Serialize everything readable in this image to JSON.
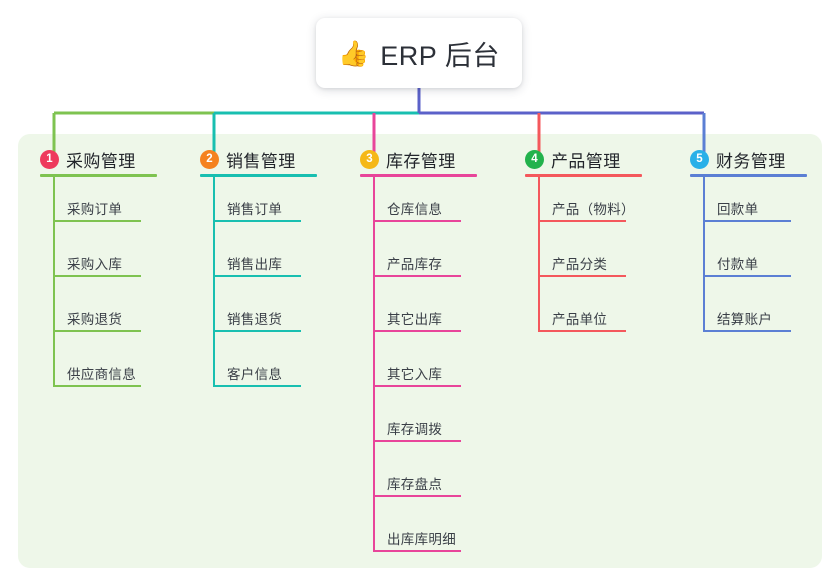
{
  "root": {
    "icon": "thumbs-up-icon",
    "emoji": "👍",
    "title": "ERP 后台"
  },
  "palette": {
    "panel_background": "#eef7e9",
    "page_background": "#ffffff",
    "root_trunk": "#5b61c9",
    "title_text": "#22252b",
    "leaf_text": "#3a3f47"
  },
  "columns": [
    {
      "number": "1",
      "title": "采购管理",
      "badge_color": "#ee3a5c",
      "line_color": "#7ec350",
      "leaves": [
        "采购订单",
        "采购入库",
        "采购退货",
        "供应商信息"
      ]
    },
    {
      "number": "2",
      "title": "销售管理",
      "badge_color": "#f5821f",
      "line_color": "#18bfb0",
      "leaves": [
        "销售订单",
        "销售出库",
        "销售退货",
        "客户信息"
      ]
    },
    {
      "number": "3",
      "title": "库存管理",
      "badge_color": "#f5b817",
      "line_color": "#e8459a",
      "leaves": [
        "仓库信息",
        "产品库存",
        "其它出库",
        "其它入库",
        "库存调拨",
        "库存盘点",
        "出库库明细"
      ]
    },
    {
      "number": "4",
      "title": "产品管理",
      "badge_color": "#22b24c",
      "line_color": "#f4585c",
      "leaves": [
        "产品（物料）",
        "产品分类",
        "产品单位"
      ]
    },
    {
      "number": "5",
      "title": "财务管理",
      "badge_color": "#29b0e8",
      "line_color": "#5b7fd4",
      "leaves": [
        "回款单",
        "付款单",
        "结算账户"
      ]
    }
  ]
}
